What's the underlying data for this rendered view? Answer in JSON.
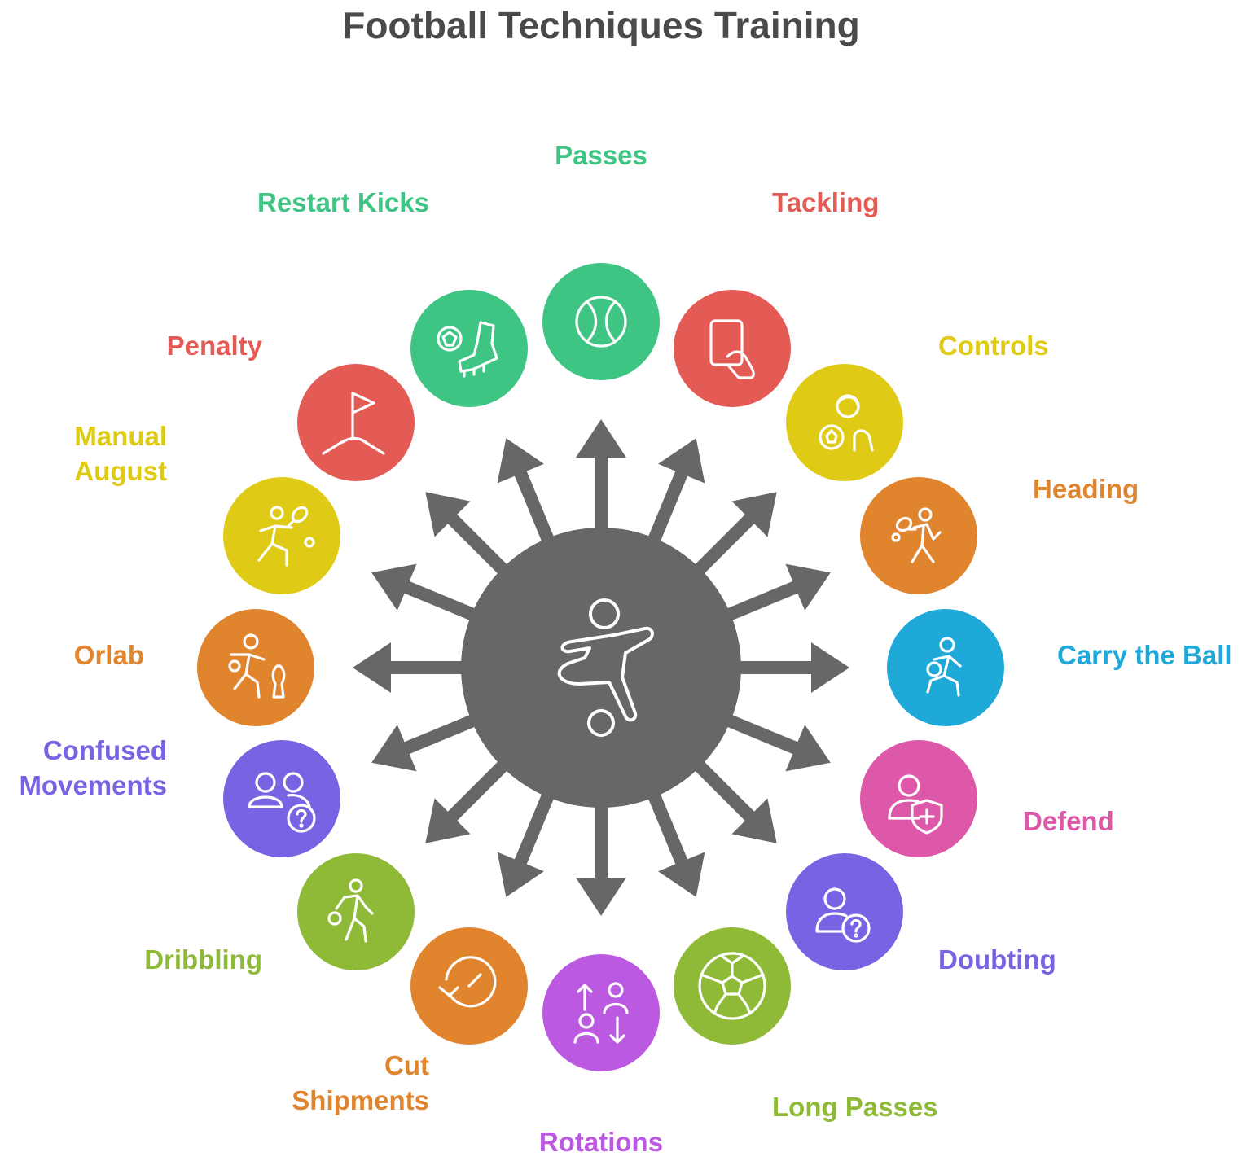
{
  "title": "Football Techniques Training",
  "center": {
    "icon": "football-player-kicking-icon",
    "color": "#676767"
  },
  "nodes": [
    {
      "id": "passes",
      "label": "Passes",
      "color": "#3ec584",
      "icon": "ball-icon"
    },
    {
      "id": "tackling",
      "label": "Tackling",
      "color": "#e45a54",
      "icon": "hand-card-icon"
    },
    {
      "id": "controls",
      "label": "Controls",
      "color": "#dfcb16",
      "icon": "coach-ball-icon"
    },
    {
      "id": "heading",
      "label": "Heading",
      "color": "#e0842e",
      "icon": "tennis-player-icon"
    },
    {
      "id": "carry-the-ball",
      "label": "Carry the Ball",
      "color": "#1fa9d8",
      "icon": "running-player-icon"
    },
    {
      "id": "defend",
      "label": "Defend",
      "color": "#dd58a8",
      "icon": "person-shield-icon"
    },
    {
      "id": "doubting",
      "label": "Doubting",
      "color": "#7a63e3",
      "icon": "person-question-icon"
    },
    {
      "id": "long-passes",
      "label": "Long Passes",
      "color": "#8fba38",
      "icon": "soccer-ball-icon"
    },
    {
      "id": "rotations",
      "label": "Rotations",
      "color": "#bb5ae0",
      "icon": "swap-people-icon"
    },
    {
      "id": "cut-shipments",
      "label": [
        "Cut",
        "Shipments"
      ],
      "color": "#e0842e",
      "icon": "rotate-icon"
    },
    {
      "id": "dribbling",
      "label": "Dribbling",
      "color": "#8fba38",
      "icon": "dribbling-player-icon"
    },
    {
      "id": "confused-movements",
      "label": [
        "Confused",
        "Movements"
      ],
      "color": "#7a63e3",
      "icon": "group-question-icon"
    },
    {
      "id": "orlab",
      "label": "Orlab",
      "color": "#e0842e",
      "icon": "bowling-player-icon"
    },
    {
      "id": "manual-august",
      "label": [
        "Manual",
        "August"
      ],
      "color": "#dfcb16",
      "icon": "racket-player-icon"
    },
    {
      "id": "penalty",
      "label": "Penalty",
      "color": "#e45a54",
      "icon": "corner-flag-icon"
    },
    {
      "id": "restart-kicks",
      "label": "Restart Kicks",
      "color": "#3ec584",
      "icon": "ball-boot-icon"
    }
  ]
}
